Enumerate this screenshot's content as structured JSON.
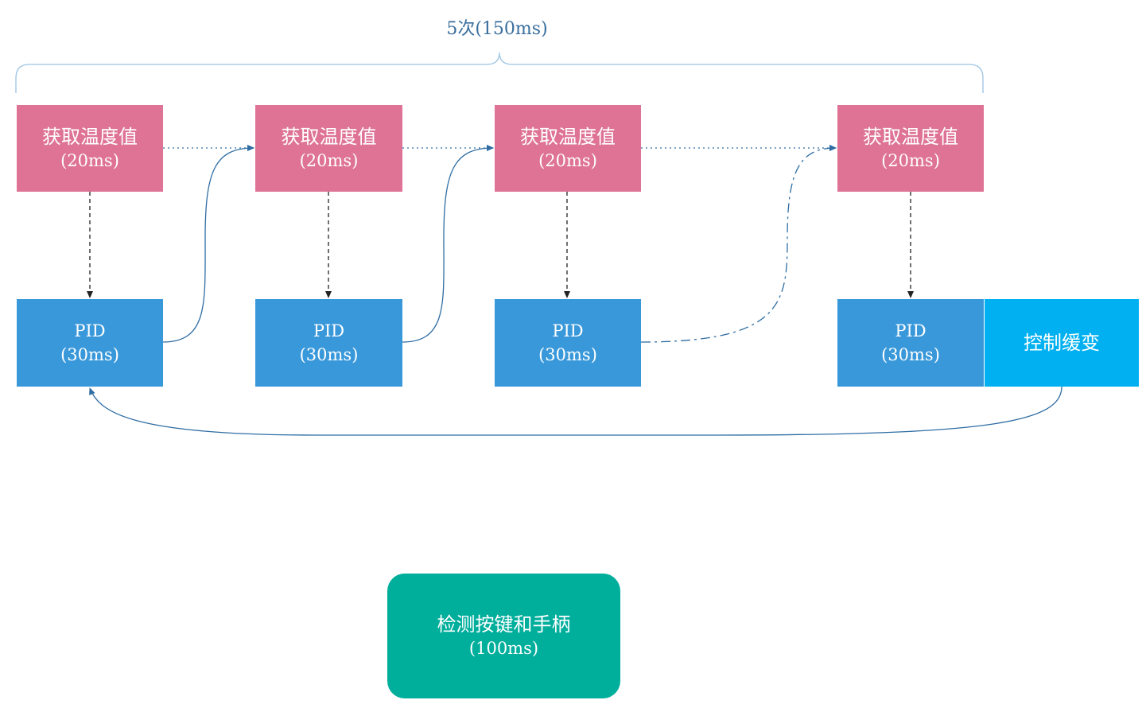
{
  "brace": {
    "label": "5次(150ms)"
  },
  "nodes": {
    "temp1": {
      "title": "获取温度值",
      "time": "(20ms)"
    },
    "temp2": {
      "title": "获取温度值",
      "time": "(20ms)"
    },
    "temp3": {
      "title": "获取温度值",
      "time": "(20ms)"
    },
    "temp4": {
      "title": "获取温度值",
      "time": "(20ms)"
    },
    "pid1": {
      "title": "PID",
      "time": "(30ms)"
    },
    "pid2": {
      "title": "PID",
      "time": "(30ms)"
    },
    "pid3": {
      "title": "PID",
      "time": "(30ms)"
    },
    "pid4": {
      "title": "PID",
      "time": "(30ms)"
    },
    "control": {
      "title": "控制缓变"
    },
    "keys": {
      "title": "检测按键和手柄",
      "time": "(100ms)"
    }
  },
  "colors": {
    "temp_box": "#de7396",
    "pid_box": "#3998da",
    "control_box": "#00b0f0",
    "keys_box": "#00ae9c",
    "connector_blue": "#2f6da3",
    "connector_dark": "#222222",
    "brace": "#9cc4e4"
  }
}
